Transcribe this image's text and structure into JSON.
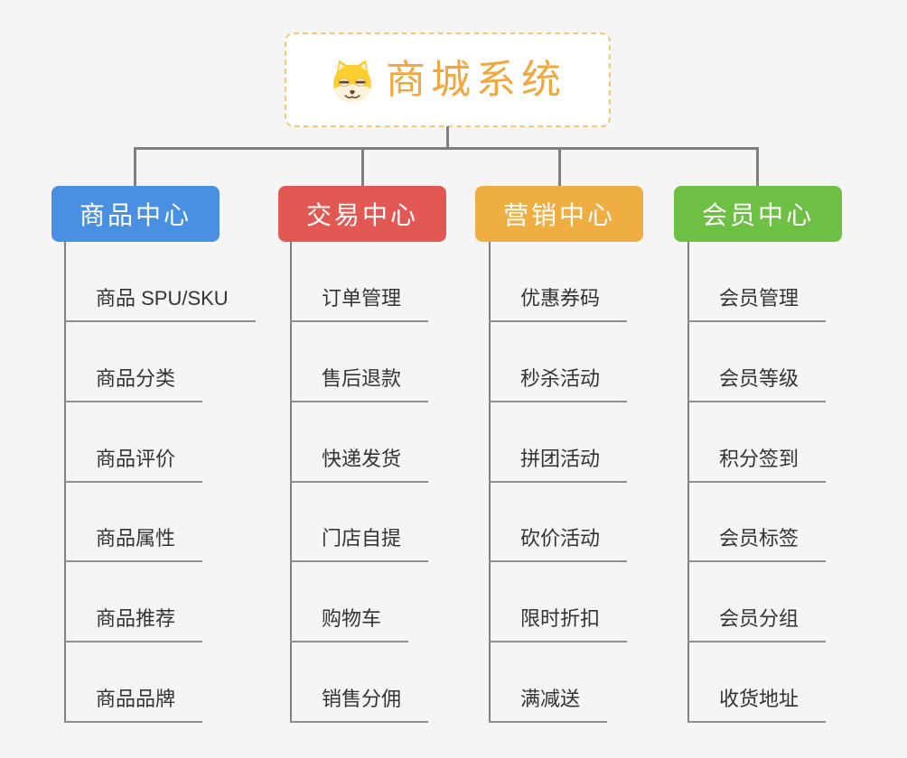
{
  "root": {
    "title": "商城系统",
    "icon": "shiba-dog-icon"
  },
  "branches": [
    {
      "label": "商品中心",
      "color": "#4A90E2",
      "items": [
        "商品 SPU/SKU",
        "商品分类",
        "商品评价",
        "商品属性",
        "商品推荐",
        "商品品牌"
      ]
    },
    {
      "label": "交易中心",
      "color": "#E25852",
      "items": [
        "订单管理",
        "售后退款",
        "快递发货",
        "门店自提",
        "购物车",
        "销售分佣"
      ]
    },
    {
      "label": "营销中心",
      "color": "#EFAE41",
      "items": [
        "优惠券码",
        "秒杀活动",
        "拼团活动",
        "砍价活动",
        "限时折扣",
        "满减送"
      ]
    },
    {
      "label": "会员中心",
      "color": "#6DC044",
      "items": [
        "会员管理",
        "会员等级",
        "积分签到",
        "会员标签",
        "会员分组",
        "收货地址"
      ]
    }
  ],
  "colors": {
    "background": "#F5F5F5",
    "connector": "#7F7F7F",
    "underline": "#8F8F8F",
    "root_accent": "#F0A73E",
    "root_border": "#F5C878",
    "item_text": "#333333"
  }
}
